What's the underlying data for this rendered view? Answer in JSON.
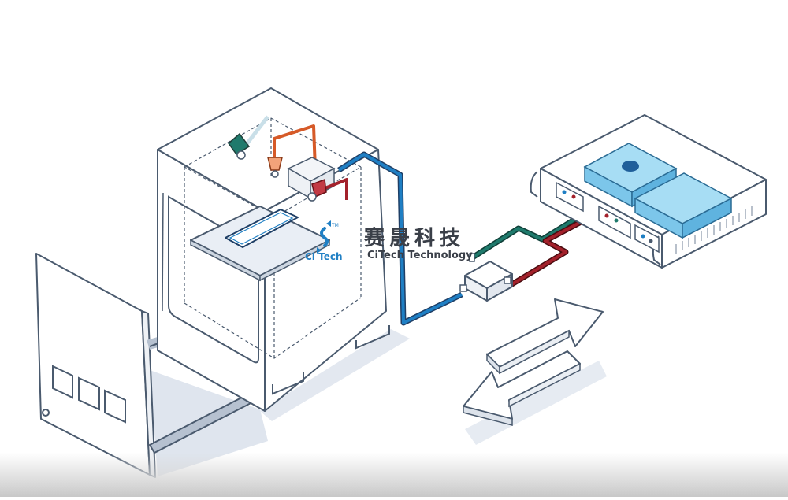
{
  "brand": {
    "name_cn": "赛晟科技",
    "name_en": "CiTech Technology",
    "small_logo_text": "Ci Tech",
    "small_logo_mark": "TM",
    "color_primary": "#1f7fc4",
    "color_text": "#3a3f48"
  },
  "colors": {
    "outline": "#4a5a6e",
    "cable_blue": "#1f7fc4",
    "cable_teal": "#1f7a6c",
    "cable_red": "#a3212b",
    "cable_orange": "#d65a28",
    "instrument_fill": "#8fd1ef",
    "instrument_top": "#a7ddf4"
  },
  "icons": [
    "camera-fixture-teal-icon",
    "camera-fixture-orange-icon",
    "camera-fixture-red-icon",
    "phone-on-platform-icon",
    "rf-splitter-icon",
    "bidirectional-arrow-icon"
  ]
}
